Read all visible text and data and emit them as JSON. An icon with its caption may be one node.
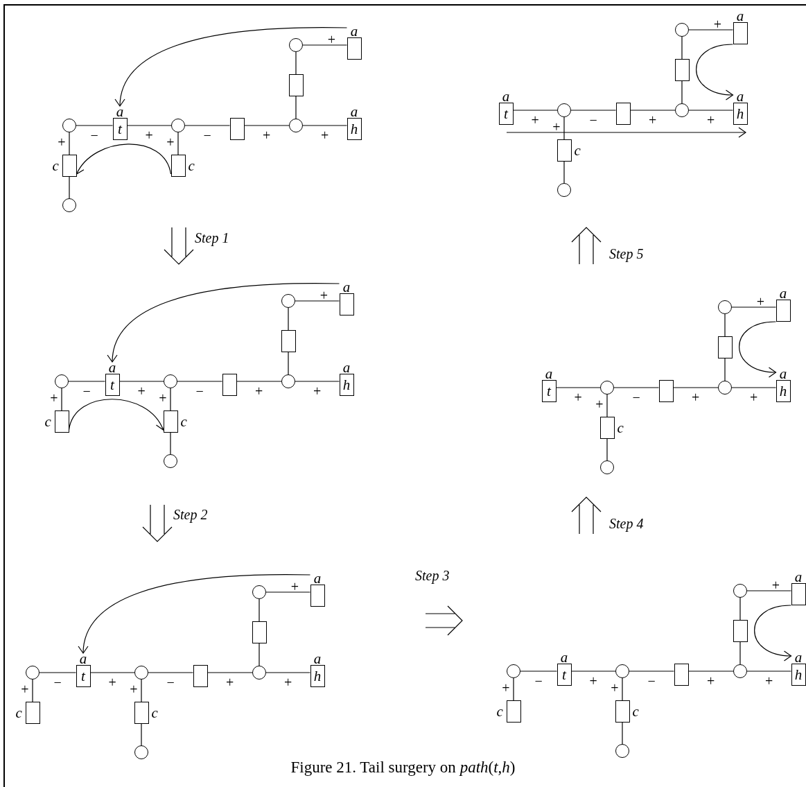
{
  "diagram": {
    "caption": "Figure 21. Tail surgery on *path*(*t*,*h*)",
    "nodes": [
      {
        "text": [],
        "shape": "circle"
      },
      {
        "text": [
          "a"
        ]
      },
      {
        "text": [],
        "shape": "box"
      },
      {
        "text": [],
        "shape": "circle"
      },
      {
        "text": [
          "a",
          "t"
        ]
      },
      {
        "text": [],
        "shape": "circle"
      },
      {
        "text": [],
        "shape": "box"
      },
      {
        "text": [],
        "shape": "circle"
      },
      {
        "text": [
          "a",
          "h"
        ]
      },
      {
        "text": [],
        "shape": "box",
        "beside": [
          "c"
        ]
      },
      {
        "text": [],
        "shape": "box",
        "beside": [
          "c"
        ]
      },
      {
        "text": [],
        "shape": "circle"
      },
      {
        "text": [],
        "shape": "circle"
      },
      {
        "text": [
          "a"
        ]
      },
      {
        "text": [],
        "shape": "box"
      },
      {
        "text": [
          "a",
          "t"
        ]
      },
      {
        "text": [],
        "shape": "circle"
      },
      {
        "text": [],
        "shape": "box"
      },
      {
        "text": [],
        "shape": "circle"
      },
      {
        "text": [
          "a",
          "h"
        ]
      },
      {
        "text": [],
        "shape": "box",
        "beside": [
          "c"
        ]
      },
      {
        "text": [],
        "shape": "circle"
      },
      {
        "text": [],
        "shape": "circle"
      },
      {
        "text": [
          "a"
        ]
      },
      {
        "text": [],
        "shape": "box"
      },
      {
        "text": [],
        "shape": "circle"
      },
      {
        "text": [
          "a",
          "t"
        ]
      },
      {
        "text": [],
        "shape": "circle"
      },
      {
        "text": [],
        "shape": "box"
      },
      {
        "text": [],
        "shape": "circle"
      },
      {
        "text": [
          "a",
          "h"
        ]
      },
      {
        "text": [],
        "shape": "box",
        "beside": [
          "c"
        ]
      },
      {
        "text": [],
        "shape": "box",
        "beside": [
          "c"
        ]
      },
      {
        "text": [],
        "shape": "circle"
      },
      {
        "text": [],
        "shape": "circle"
      },
      {
        "text": [
          "a"
        ]
      },
      {
        "text": [],
        "shape": "box"
      },
      {
        "text": [
          "a",
          "t"
        ]
      },
      {
        "text": [],
        "shape": "circle"
      },
      {
        "text": [],
        "shape": "box"
      },
      {
        "text": [],
        "shape": "circle"
      },
      {
        "text": [
          "a",
          "h"
        ]
      },
      {
        "text": [],
        "shape": "box",
        "beside": [
          "c"
        ]
      },
      {
        "text": [],
        "shape": "circle"
      },
      {
        "text": [],
        "shape": "circle"
      },
      {
        "text": [
          "a"
        ]
      },
      {
        "text": [],
        "shape": "box"
      },
      {
        "text": [],
        "shape": "circle"
      },
      {
        "text": [
          "a",
          "t"
        ]
      },
      {
        "text": [],
        "shape": "circle"
      },
      {
        "text": [],
        "shape": "box"
      },
      {
        "text": [],
        "shape": "circle"
      },
      {
        "text": [
          "a",
          "h"
        ]
      },
      {
        "text": [],
        "shape": "box",
        "beside": [
          "c"
        ]
      },
      {
        "text": [],
        "shape": "box",
        "beside": [
          "c"
        ]
      },
      {
        "text": [],
        "shape": "circle"
      },
      {
        "text": [],
        "shape": "circle"
      },
      {
        "text": [
          "a"
        ]
      },
      {
        "text": [],
        "shape": "box"
      },
      {
        "text": [],
        "shape": "circle"
      },
      {
        "text": [
          "a",
          "t"
        ]
      },
      {
        "text": [],
        "shape": "circle"
      },
      {
        "text": [],
        "shape": "box"
      },
      {
        "text": [],
        "shape": "circle"
      },
      {
        "text": [
          "a",
          "h"
        ]
      },
      {
        "text": [],
        "shape": "box",
        "beside": [
          "c"
        ]
      },
      {
        "text": [],
        "shape": "box",
        "beside": [
          "c"
        ]
      },
      {
        "text": [],
        "shape": "circle"
      }
    ],
    "edges": [
      {
        "from": 0,
        "to": 1,
        "arrow": "none",
        "label": "+"
      },
      {
        "from": 0,
        "to": 2,
        "arrow": "none"
      },
      {
        "from": 2,
        "to": 7,
        "arrow": "none"
      },
      {
        "from": 3,
        "to": 4,
        "arrow": "none",
        "label": "−"
      },
      {
        "from": 4,
        "to": 5,
        "arrow": "none",
        "label": "+"
      },
      {
        "from": 5,
        "to": 6,
        "arrow": "none",
        "label": "−"
      },
      {
        "from": 6,
        "to": 7,
        "arrow": "none",
        "label": "+"
      },
      {
        "from": 7,
        "to": 8,
        "arrow": "none",
        "label": "+"
      },
      {
        "from": 3,
        "to": 9,
        "arrow": "none",
        "label": "+"
      },
      {
        "from": 5,
        "to": 10,
        "arrow": "none",
        "label": "+"
      },
      {
        "from": 9,
        "to": 11,
        "arrow": "none"
      },
      {
        "from": 1,
        "to": 4,
        "arrow": "to"
      },
      {
        "from": 10,
        "to": 9,
        "arrow": "to"
      },
      {
        "from": 12,
        "to": 13,
        "arrow": "none",
        "label": "+"
      },
      {
        "from": 12,
        "to": 14,
        "arrow": "none"
      },
      {
        "from": 14,
        "to": 18,
        "arrow": "none"
      },
      {
        "from": 15,
        "to": 16,
        "arrow": "none",
        "label": "+"
      },
      {
        "from": 16,
        "to": 17,
        "arrow": "none",
        "label": "−"
      },
      {
        "from": 17,
        "to": 18,
        "arrow": "none",
        "label": "+"
      },
      {
        "from": 18,
        "to": 19,
        "arrow": "none",
        "label": "+"
      },
      {
        "from": 16,
        "to": 20,
        "arrow": "none",
        "label": "+"
      },
      {
        "from": 20,
        "to": 21,
        "arrow": "none"
      },
      {
        "from": 13,
        "to": 19,
        "arrow": "to"
      },
      {
        "from": 22,
        "to": 23,
        "arrow": "none",
        "label": "+"
      },
      {
        "from": 22,
        "to": 24,
        "arrow": "none"
      },
      {
        "from": 24,
        "to": 29,
        "arrow": "none"
      },
      {
        "from": 25,
        "to": 26,
        "arrow": "none",
        "label": "−"
      },
      {
        "from": 26,
        "to": 27,
        "arrow": "none",
        "label": "+"
      },
      {
        "from": 27,
        "to": 28,
        "arrow": "none",
        "label": "−"
      },
      {
        "from": 28,
        "to": 29,
        "arrow": "none",
        "label": "+"
      },
      {
        "from": 29,
        "to": 30,
        "arrow": "none",
        "label": "+"
      },
      {
        "from": 25,
        "to": 31,
        "arrow": "none",
        "label": "+"
      },
      {
        "from": 27,
        "to": 32,
        "arrow": "none",
        "label": "+"
      },
      {
        "from": 32,
        "to": 33,
        "arrow": "none"
      },
      {
        "from": 23,
        "to": 26,
        "arrow": "to"
      },
      {
        "from": 31,
        "to": 32,
        "arrow": "to"
      },
      {
        "from": 34,
        "to": 35,
        "arrow": "none",
        "label": "+"
      },
      {
        "from": 34,
        "to": 36,
        "arrow": "none"
      },
      {
        "from": 36,
        "to": 40,
        "arrow": "none"
      },
      {
        "from": 37,
        "to": 38,
        "arrow": "none",
        "label": "+"
      },
      {
        "from": 38,
        "to": 39,
        "arrow": "none",
        "label": "−"
      },
      {
        "from": 39,
        "to": 40,
        "arrow": "none",
        "label": "+"
      },
      {
        "from": 40,
        "to": 41,
        "arrow": "none",
        "label": "+"
      },
      {
        "from": 38,
        "to": 42,
        "arrow": "none",
        "label": "+"
      },
      {
        "from": 42,
        "to": 43,
        "arrow": "none"
      },
      {
        "from": 35,
        "to": 41,
        "arrow": "to"
      },
      {
        "from": 44,
        "to": 45,
        "arrow": "none",
        "label": "+"
      },
      {
        "from": 44,
        "to": 46,
        "arrow": "none"
      },
      {
        "from": 46,
        "to": 51,
        "arrow": "none"
      },
      {
        "from": 47,
        "to": 48,
        "arrow": "none",
        "label": "−"
      },
      {
        "from": 48,
        "to": 49,
        "arrow": "none",
        "label": "+"
      },
      {
        "from": 49,
        "to": 50,
        "arrow": "none",
        "label": "−"
      },
      {
        "from": 50,
        "to": 51,
        "arrow": "none",
        "label": "+"
      },
      {
        "from": 51,
        "to": 52,
        "arrow": "none",
        "label": "+"
      },
      {
        "from": 47,
        "to": 53,
        "arrow": "none",
        "label": "+"
      },
      {
        "from": 49,
        "to": 54,
        "arrow": "none",
        "label": "+"
      },
      {
        "from": 54,
        "to": 55,
        "arrow": "none"
      },
      {
        "from": 45,
        "to": 48,
        "arrow": "to"
      },
      {
        "from": 56,
        "to": 57,
        "arrow": "none",
        "label": "+"
      },
      {
        "from": 56,
        "to": 58,
        "arrow": "none"
      },
      {
        "from": 58,
        "to": 63,
        "arrow": "none"
      },
      {
        "from": 59,
        "to": 60,
        "arrow": "none",
        "label": "−"
      },
      {
        "from": 60,
        "to": 61,
        "arrow": "none",
        "label": "+"
      },
      {
        "from": 61,
        "to": 62,
        "arrow": "none",
        "label": "−"
      },
      {
        "from": 62,
        "to": 63,
        "arrow": "none",
        "label": "+"
      },
      {
        "from": 63,
        "to": 64,
        "arrow": "none",
        "label": "+"
      },
      {
        "from": 59,
        "to": 65,
        "arrow": "none",
        "label": "+"
      },
      {
        "from": 61,
        "to": 66,
        "arrow": "none",
        "label": "+"
      },
      {
        "from": 66,
        "to": 67,
        "arrow": "none"
      },
      {
        "from": 57,
        "to": 64,
        "arrow": "to"
      }
    ],
    "labels": [
      "Step 1",
      "Step 5",
      "Step 2",
      "Step 4",
      "Step 3"
    ]
  }
}
